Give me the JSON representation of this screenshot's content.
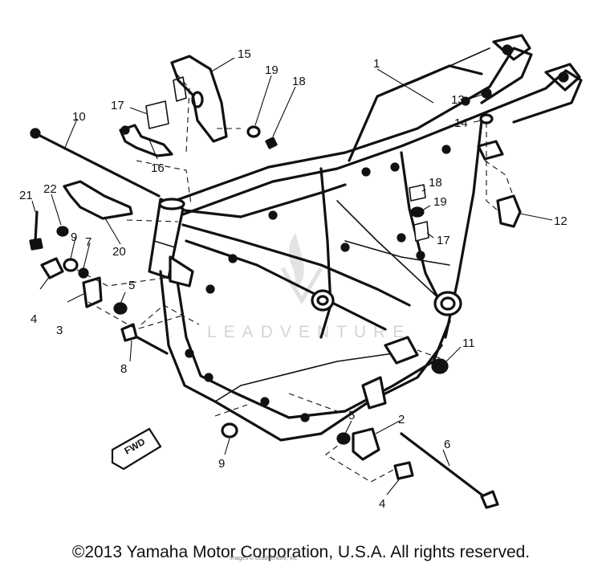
{
  "diagram": {
    "callouts": [
      {
        "id": "c1",
        "text": "1"
      },
      {
        "id": "c2",
        "text": "2"
      },
      {
        "id": "c3",
        "text": "3"
      },
      {
        "id": "c4a",
        "text": "4"
      },
      {
        "id": "c4b",
        "text": "4"
      },
      {
        "id": "c5a",
        "text": "5"
      },
      {
        "id": "c5b",
        "text": "5"
      },
      {
        "id": "c6",
        "text": "6"
      },
      {
        "id": "c7",
        "text": "7"
      },
      {
        "id": "c8",
        "text": "8"
      },
      {
        "id": "c9a",
        "text": "9"
      },
      {
        "id": "c9b",
        "text": "9"
      },
      {
        "id": "c10",
        "text": "10"
      },
      {
        "id": "c11",
        "text": "11"
      },
      {
        "id": "c12",
        "text": "12"
      },
      {
        "id": "c13",
        "text": "13"
      },
      {
        "id": "c14",
        "text": "14"
      },
      {
        "id": "c15",
        "text": "15"
      },
      {
        "id": "c16",
        "text": "16"
      },
      {
        "id": "c17a",
        "text": "17"
      },
      {
        "id": "c17b",
        "text": "17"
      },
      {
        "id": "c18a",
        "text": "18"
      },
      {
        "id": "c18b",
        "text": "18"
      },
      {
        "id": "c19a",
        "text": "19"
      },
      {
        "id": "c19b",
        "text": "19"
      },
      {
        "id": "c20",
        "text": "20"
      },
      {
        "id": "c21",
        "text": "21"
      },
      {
        "id": "c22",
        "text": "22"
      }
    ],
    "fwd_label": "FWD",
    "watermark": "LEADVENTURE"
  },
  "footer": {
    "copyright": "©2013 Yamaha Motor Corporation, U.S.A. All rights reserved.",
    "credit": "Images © Leadventure, Inc."
  }
}
